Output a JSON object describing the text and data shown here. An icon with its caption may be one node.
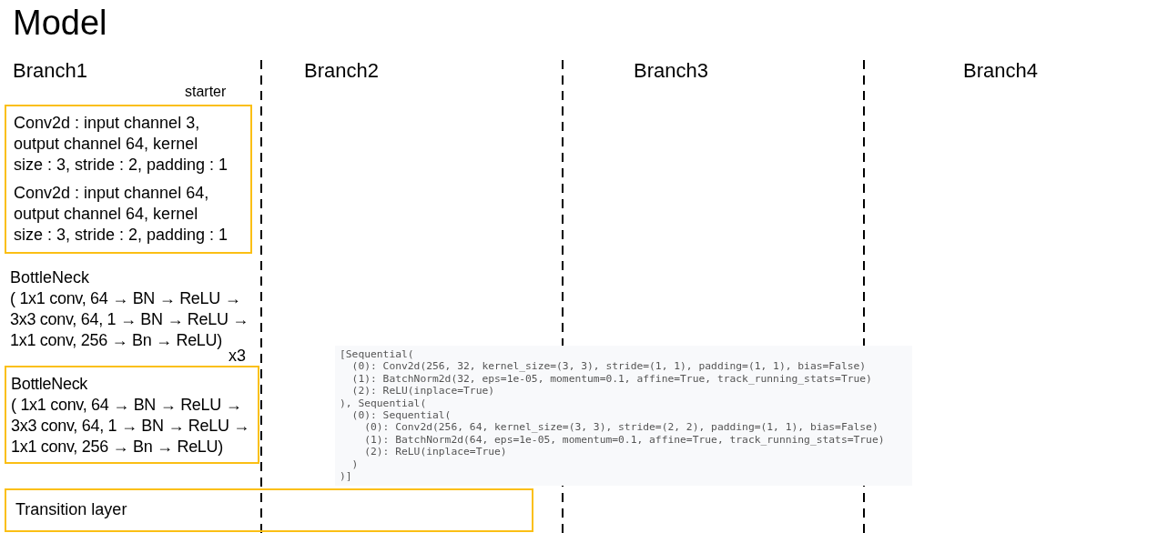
{
  "diagram": {
    "title": "Model",
    "nodes": [
      {
        "text": [
          "Conv2d : input channel 3, output channel 64, kernel size : 3, stride : 2, padding : 1",
          "Conv2d : input channel 64, output channel 64, kernel size : 3, stride : 2, padding : 1"
        ],
        "beside": [
          "starter"
        ]
      },
      {
        "text": [
          "BottleNeck",
          "( 1x1 conv, 64 → BN → ReLU → 3x3 conv, 64, 1 → BN → ReLU → 1x1 conv, 256 → Bn → ReLU)"
        ],
        "beside": [
          "x3"
        ]
      },
      {
        "text": [
          "Transition layer"
        ]
      },
      {
        "text": [
          "[Sequential(",
          "  (0): Conv2d(256, 32, kernel_size=(3, 3), stride=(1, 1), padding=(1, 1), bias=False)",
          "  (1): BatchNorm2d(32, eps=1e-05, momentum=0.1, affine=True, track_running_stats=True)",
          "  (2): ReLU(inplace=True)",
          "), Sequential(",
          "  (0): Sequential(",
          "    (0): Conv2d(256, 64, kernel_size=(3, 3), stride=(2, 2), padding=(1, 1), bias=False)",
          "    (1): BatchNorm2d(64, eps=1e-05, momentum=0.1, affine=True, track_running_stats=True)",
          "    (2): ReLU(inplace=True)",
          "  )",
          ")]"
        ]
      }
    ],
    "edges": [],
    "labels": [
      "Branch1",
      "Branch2",
      "Branch3",
      "Branch4",
      "BottleNeck",
      "( 1x1 conv, 64 → BN → ReLU → 3x3 conv, 64, 1 → BN → ReLU → 1x1 conv, 256 → Bn → ReLU)"
    ]
  }
}
